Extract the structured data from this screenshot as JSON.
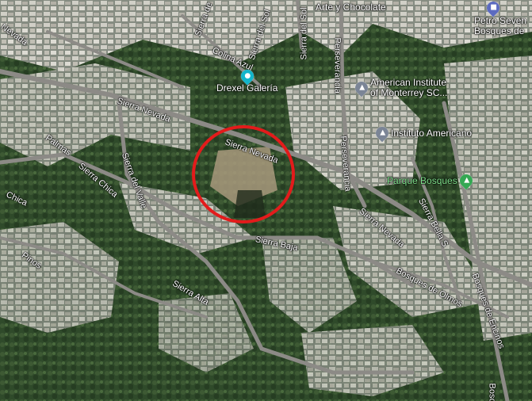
{
  "map": {
    "roads": {
      "arte_y_chocolate": "Arte y Chocolate",
      "nevada_top_left": "Nevada",
      "sierra_de_top": "Sierra de",
      "sierra_del_sol": "Sierra del Sol",
      "sierra_del_sol_2": "Sierra del Sol",
      "colina_azul": "Colina Azul",
      "perseverancia": "Perseverancia",
      "sierra_nevada_left": "Sierra Nevada",
      "sierra_nevada_center": "Sierra Nevada",
      "sierra_nevada_right": "Sierra Nevada",
      "palmas": "Palmas",
      "sierra_chica": "Sierra Chica",
      "chica": "Chica",
      "sierra_del_valle": "Sierra del Valle",
      "sierra_baja": "Sierra Baja",
      "pinos": "Pinos",
      "sierra_alta": "Sierra Alta",
      "sierra_bella_s": "Sierra Bella S",
      "bosques_de_encinos": "Bosques de Encinos",
      "bosques_de_olmos": "Bosques de Olmos",
      "bosques_bottom_right": "Bosques"
    },
    "places": {
      "drexel": {
        "name": "Drexel Galería",
        "icon": "palette-icon",
        "color": "#12b5cb"
      },
      "american_institute": {
        "name_line1": "American Institute",
        "name_line2": "of Monterrey SC...",
        "icon": "school-icon",
        "color": "#7b8596"
      },
      "instituto_americano": {
        "name": "Instituto Americano",
        "icon": "school-icon",
        "color": "#7b8596"
      },
      "parque_bosques": {
        "name": "Parque Bosques",
        "icon": "tree-icon",
        "color": "#34a853"
      },
      "petro_seven": {
        "name_line1": "Petro Seven",
        "name_line2": "Bosques de",
        "icon": "gas-station-icon",
        "color": "#5c6bc0"
      }
    },
    "highlight": {
      "shape": "circle",
      "color": "#e31b1b"
    }
  }
}
